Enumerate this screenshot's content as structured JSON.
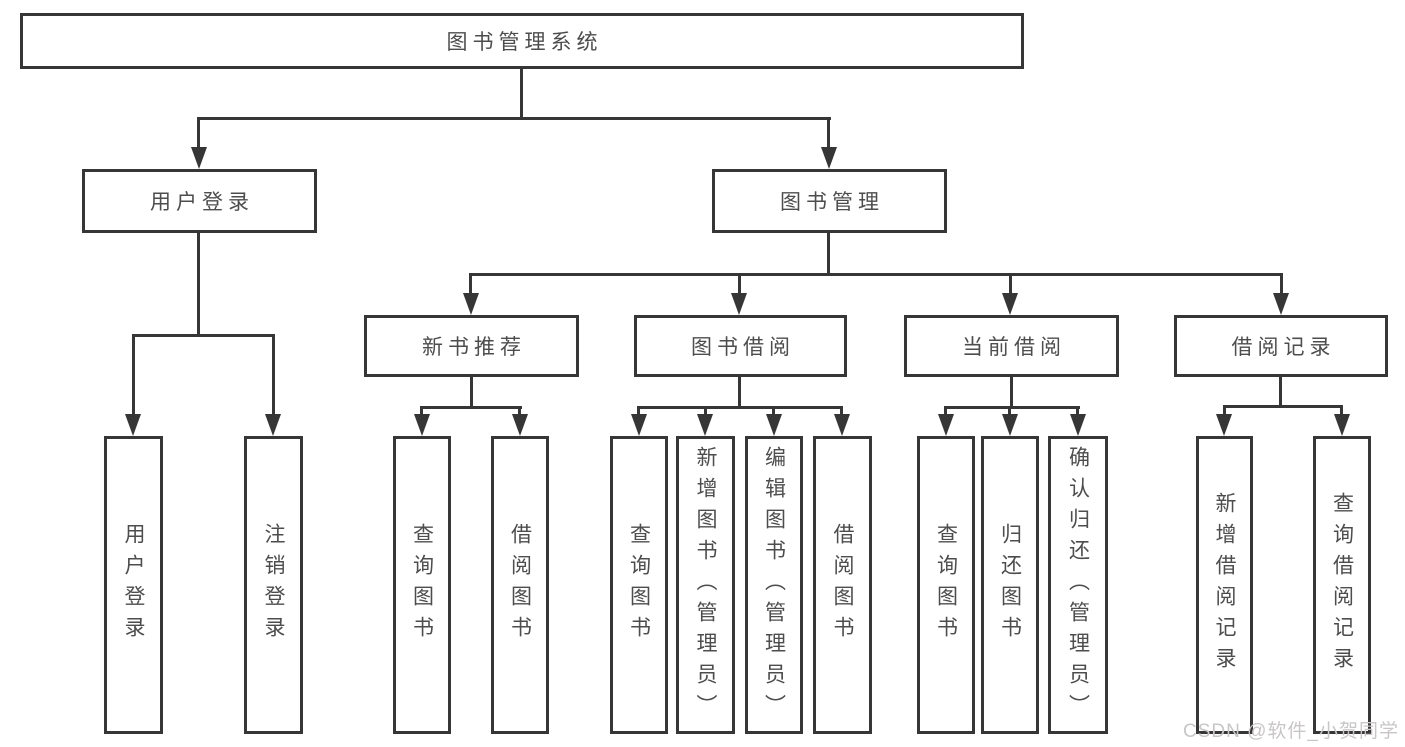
{
  "diagram_type": "tree",
  "title": "图书管理系统",
  "colors": {
    "background": "#ffffff",
    "line": "#363636",
    "box_border": "#363636",
    "box_fill": "#ffffff",
    "text": "#4d4d4d",
    "watermark": "#c9c6c6"
  },
  "labels": {
    "root": "图书管理系统",
    "user_login": "用户登录",
    "book_management": "图书管理",
    "new_book_recommend": "新书推荐",
    "book_borrow": "图书借阅",
    "current_borrow": "当前借阅",
    "borrow_records": "借阅记录",
    "ul_user_login": "用户登录",
    "ul_logout": "注销登录",
    "nb_query_book": "查询图书",
    "nb_borrow_book": "借阅图书",
    "bb_query_book": "查询图书",
    "bb_add_book": "新增图书（管理员）",
    "bb_edit_book": "编辑图书（管理员）",
    "bb_borrow_book": "借阅图书",
    "cb_query_book": "查询图书",
    "cb_return_book": "归还图书",
    "cb_confirm_return": "确认归还（管理员）",
    "br_add_record": "新增借阅记录",
    "br_query_record": "查询借阅记录",
    "watermark": "CSDN @软件_小贺同学"
  },
  "structure": {
    "root": "图书管理系统",
    "children": [
      {
        "label": "用户登录",
        "children": [
          {
            "label": "用户登录"
          },
          {
            "label": "注销登录"
          }
        ]
      },
      {
        "label": "图书管理",
        "children": [
          {
            "label": "新书推荐",
            "children": [
              {
                "label": "查询图书"
              },
              {
                "label": "借阅图书"
              }
            ]
          },
          {
            "label": "图书借阅",
            "children": [
              {
                "label": "查询图书"
              },
              {
                "label": "新增图书（管理员）"
              },
              {
                "label": "编辑图书（管理员）"
              },
              {
                "label": "借阅图书"
              }
            ]
          },
          {
            "label": "当前借阅",
            "children": [
              {
                "label": "查询图书"
              },
              {
                "label": "归还图书"
              },
              {
                "label": "确认归还（管理员）"
              }
            ]
          },
          {
            "label": "借阅记录",
            "children": [
              {
                "label": "新增借阅记录"
              },
              {
                "label": "查询借阅记录"
              }
            ]
          }
        ]
      }
    ]
  }
}
